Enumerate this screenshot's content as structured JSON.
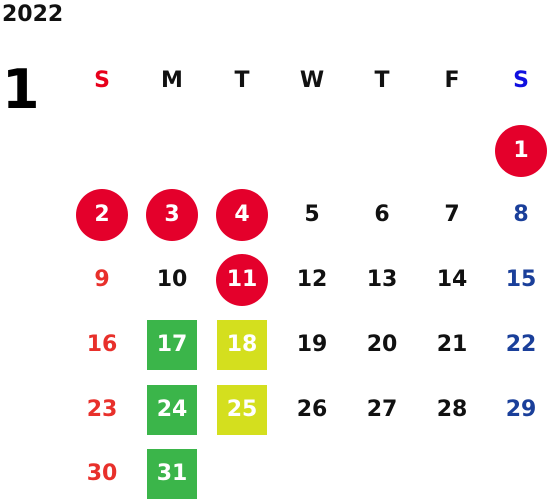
{
  "calendar": {
    "year": "2022",
    "month": "1",
    "weekdays": [
      {
        "label": "S",
        "color": "#e8001b"
      },
      {
        "label": "M",
        "color": "#111111"
      },
      {
        "label": "T",
        "color": "#111111"
      },
      {
        "label": "W",
        "color": "#111111"
      },
      {
        "label": "T",
        "color": "#111111"
      },
      {
        "label": "F",
        "color": "#111111"
      },
      {
        "label": "S",
        "color": "#1010e0"
      }
    ],
    "first_weekday_index": 6,
    "colors": {
      "sunday": "#e8302b",
      "saturday": "#1a3f9a",
      "weekday": "#111111",
      "red_circle": "#e4002b",
      "green_square": "#3bb54a",
      "yellow_square": "#d4df1e"
    },
    "days": [
      {
        "label": "1",
        "highlight": "red-circle"
      },
      {
        "label": "2",
        "highlight": "red-circle"
      },
      {
        "label": "3",
        "highlight": "red-circle"
      },
      {
        "label": "4",
        "highlight": "red-circle"
      },
      {
        "label": "5",
        "highlight": "none"
      },
      {
        "label": "6",
        "highlight": "none"
      },
      {
        "label": "7",
        "highlight": "none"
      },
      {
        "label": "8",
        "highlight": "none"
      },
      {
        "label": "9",
        "highlight": "none"
      },
      {
        "label": "10",
        "highlight": "none"
      },
      {
        "label": "11",
        "highlight": "red-circle"
      },
      {
        "label": "12",
        "highlight": "none"
      },
      {
        "label": "13",
        "highlight": "none"
      },
      {
        "label": "14",
        "highlight": "none"
      },
      {
        "label": "15",
        "highlight": "none"
      },
      {
        "label": "16",
        "highlight": "none"
      },
      {
        "label": "17",
        "highlight": "green-square"
      },
      {
        "label": "18",
        "highlight": "yellow-square"
      },
      {
        "label": "19",
        "highlight": "none"
      },
      {
        "label": "20",
        "highlight": "none"
      },
      {
        "label": "21",
        "highlight": "none"
      },
      {
        "label": "22",
        "highlight": "none"
      },
      {
        "label": "23",
        "highlight": "none"
      },
      {
        "label": "24",
        "highlight": "green-square"
      },
      {
        "label": "25",
        "highlight": "yellow-square"
      },
      {
        "label": "26",
        "highlight": "none"
      },
      {
        "label": "27",
        "highlight": "none"
      },
      {
        "label": "28",
        "highlight": "none"
      },
      {
        "label": "29",
        "highlight": "none"
      },
      {
        "label": "30",
        "highlight": "none"
      },
      {
        "label": "31",
        "highlight": "green-square"
      }
    ]
  }
}
